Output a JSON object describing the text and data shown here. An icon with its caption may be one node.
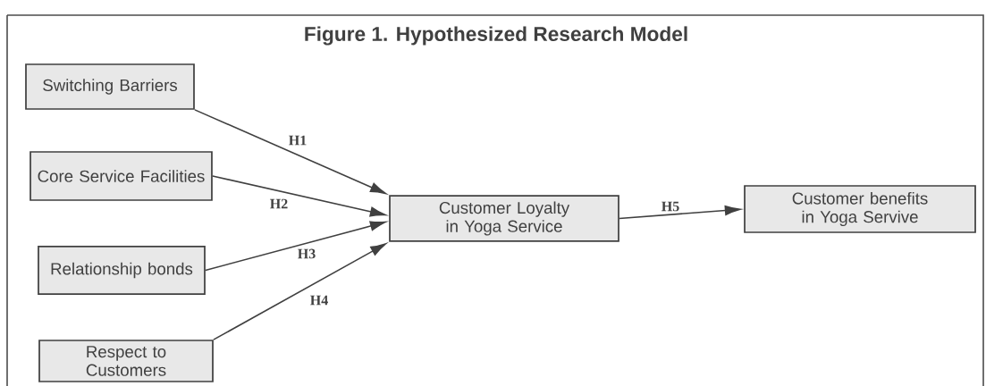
{
  "diagram": {
    "title": "Figure 1. Hypothesized Research Model",
    "nodes": [
      {
        "text": [
          "Switching Barriers"
        ]
      },
      {
        "text": [
          "Core Service Facilities"
        ]
      },
      {
        "text": [
          "Relationship bonds"
        ]
      },
      {
        "text": [
          "Respect to Customers"
        ]
      },
      {
        "text": [
          "Customer Loyalty in Yoga Service"
        ]
      },
      {
        "text": [
          "Customer benefits in Yoga Servive"
        ]
      }
    ],
    "edges": [
      {
        "from": 0,
        "to": 4,
        "arrow": "to",
        "label": "H1"
      },
      {
        "from": 1,
        "to": 4,
        "arrow": "to",
        "label": "H2"
      },
      {
        "from": 2,
        "to": 4,
        "arrow": "to",
        "label": "H3"
      },
      {
        "from": 3,
        "to": 4,
        "arrow": "to",
        "label": "H4"
      },
      {
        "from": 4,
        "to": 5,
        "arrow": "to",
        "label": "H5"
      }
    ]
  }
}
